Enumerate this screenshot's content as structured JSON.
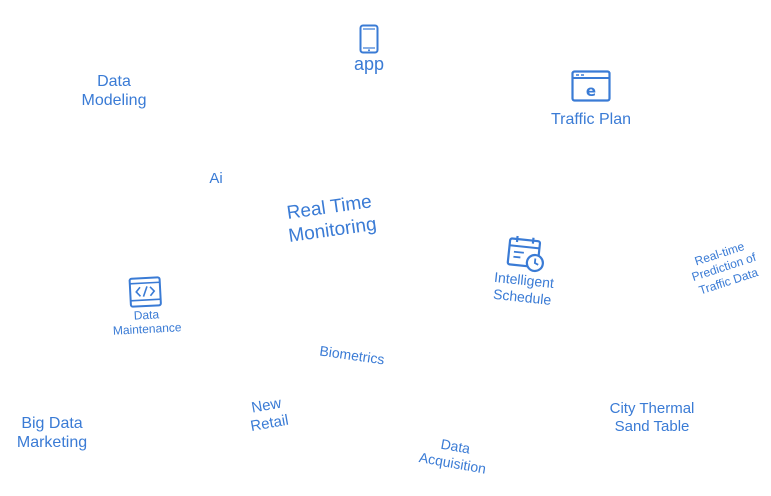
{
  "accent_color": "#3a7bd5",
  "nodes": {
    "app": {
      "label": "app",
      "icon": "mobile-phone-icon"
    },
    "data_modeling": {
      "line1": "Data",
      "line2": "Modeling"
    },
    "traffic_plan": {
      "label": "Traffic Plan",
      "icon": "browser-window-icon"
    },
    "ai": {
      "label": "Ai"
    },
    "real_time_monitoring": {
      "line1": "Real Time",
      "line2": "Monitoring"
    },
    "intelligent_schedule": {
      "line1": "Intelligent",
      "line2": "Schedule",
      "icon": "calendar-clock-icon"
    },
    "real_time_prediction": {
      "line1": "Real-time",
      "line2": "Prediction of",
      "line3": "Traffic Data"
    },
    "data_maintenance": {
      "line1": "Data",
      "line2": "Maintenance",
      "icon": "code-window-icon"
    },
    "biometrics": {
      "label": "Biometrics"
    },
    "big_data_marketing": {
      "line1": "Big Data",
      "line2": "Marketing"
    },
    "new_retail": {
      "line1": "New",
      "line2": "Retail"
    },
    "data_acquisition": {
      "line1": "Data",
      "line2": "Acquisition"
    },
    "city_thermal": {
      "line1": "City Thermal",
      "line2": "Sand Table"
    }
  }
}
